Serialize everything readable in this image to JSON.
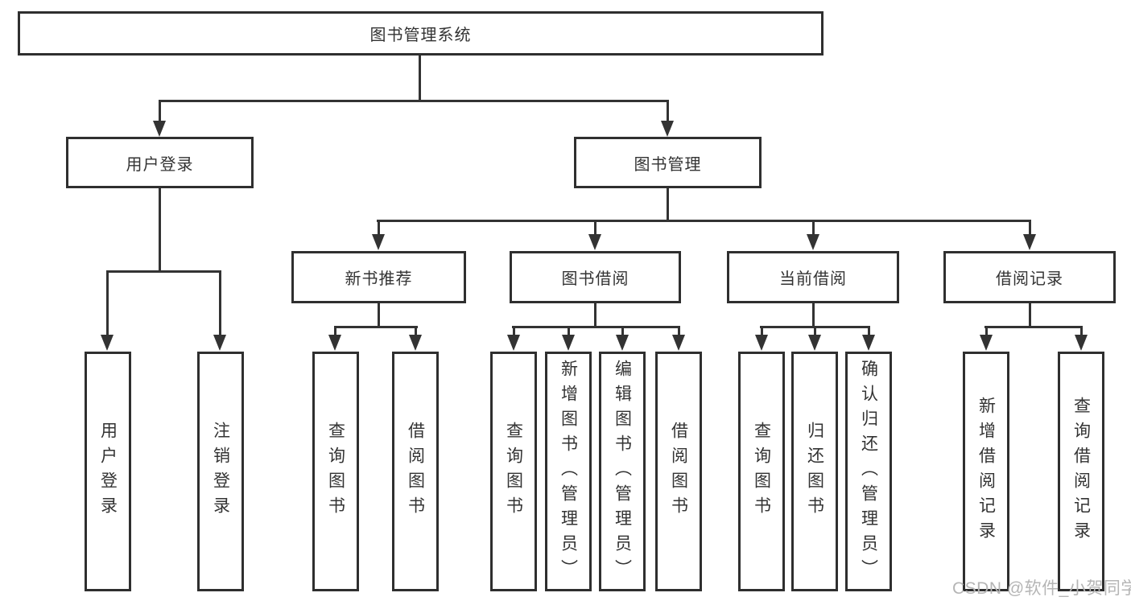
{
  "diagram": {
    "root": {
      "label": "图书管理系统"
    },
    "level1": [
      {
        "label": "用户登录"
      },
      {
        "label": "图书管理"
      }
    ],
    "level2": [
      {
        "parent": "图书管理",
        "label": "新书推荐"
      },
      {
        "parent": "图书管理",
        "label": "图书借阅"
      },
      {
        "parent": "图书管理",
        "label": "当前借阅"
      },
      {
        "parent": "图书管理",
        "label": "借阅记录"
      }
    ],
    "leaves": [
      {
        "parent": "用户登录",
        "label": "用户登录"
      },
      {
        "parent": "用户登录",
        "label": "注销登录"
      },
      {
        "parent": "新书推荐",
        "label": "查询图书"
      },
      {
        "parent": "新书推荐",
        "label": "借阅图书"
      },
      {
        "parent": "图书借阅",
        "label": "查询图书"
      },
      {
        "parent": "图书借阅",
        "label": "新增图书（管理员）"
      },
      {
        "parent": "图书借阅",
        "label": "编辑图书（管理员）"
      },
      {
        "parent": "图书借阅",
        "label": "借阅图书"
      },
      {
        "parent": "当前借阅",
        "label": "查询图书"
      },
      {
        "parent": "当前借阅",
        "label": "归还图书"
      },
      {
        "parent": "当前借阅",
        "label": "确认归还（管理员）"
      },
      {
        "parent": "借阅记录",
        "label": "新增借阅记录"
      },
      {
        "parent": "借阅记录",
        "label": "查询借阅记录"
      }
    ]
  },
  "watermark": {
    "text": "CSDN @软件_小贺同学"
  },
  "colors": {
    "line": "#333333",
    "box_border": "#2f2f2f",
    "text": "#333333",
    "watermark": "#b5b5b5",
    "background": "#ffffff"
  }
}
